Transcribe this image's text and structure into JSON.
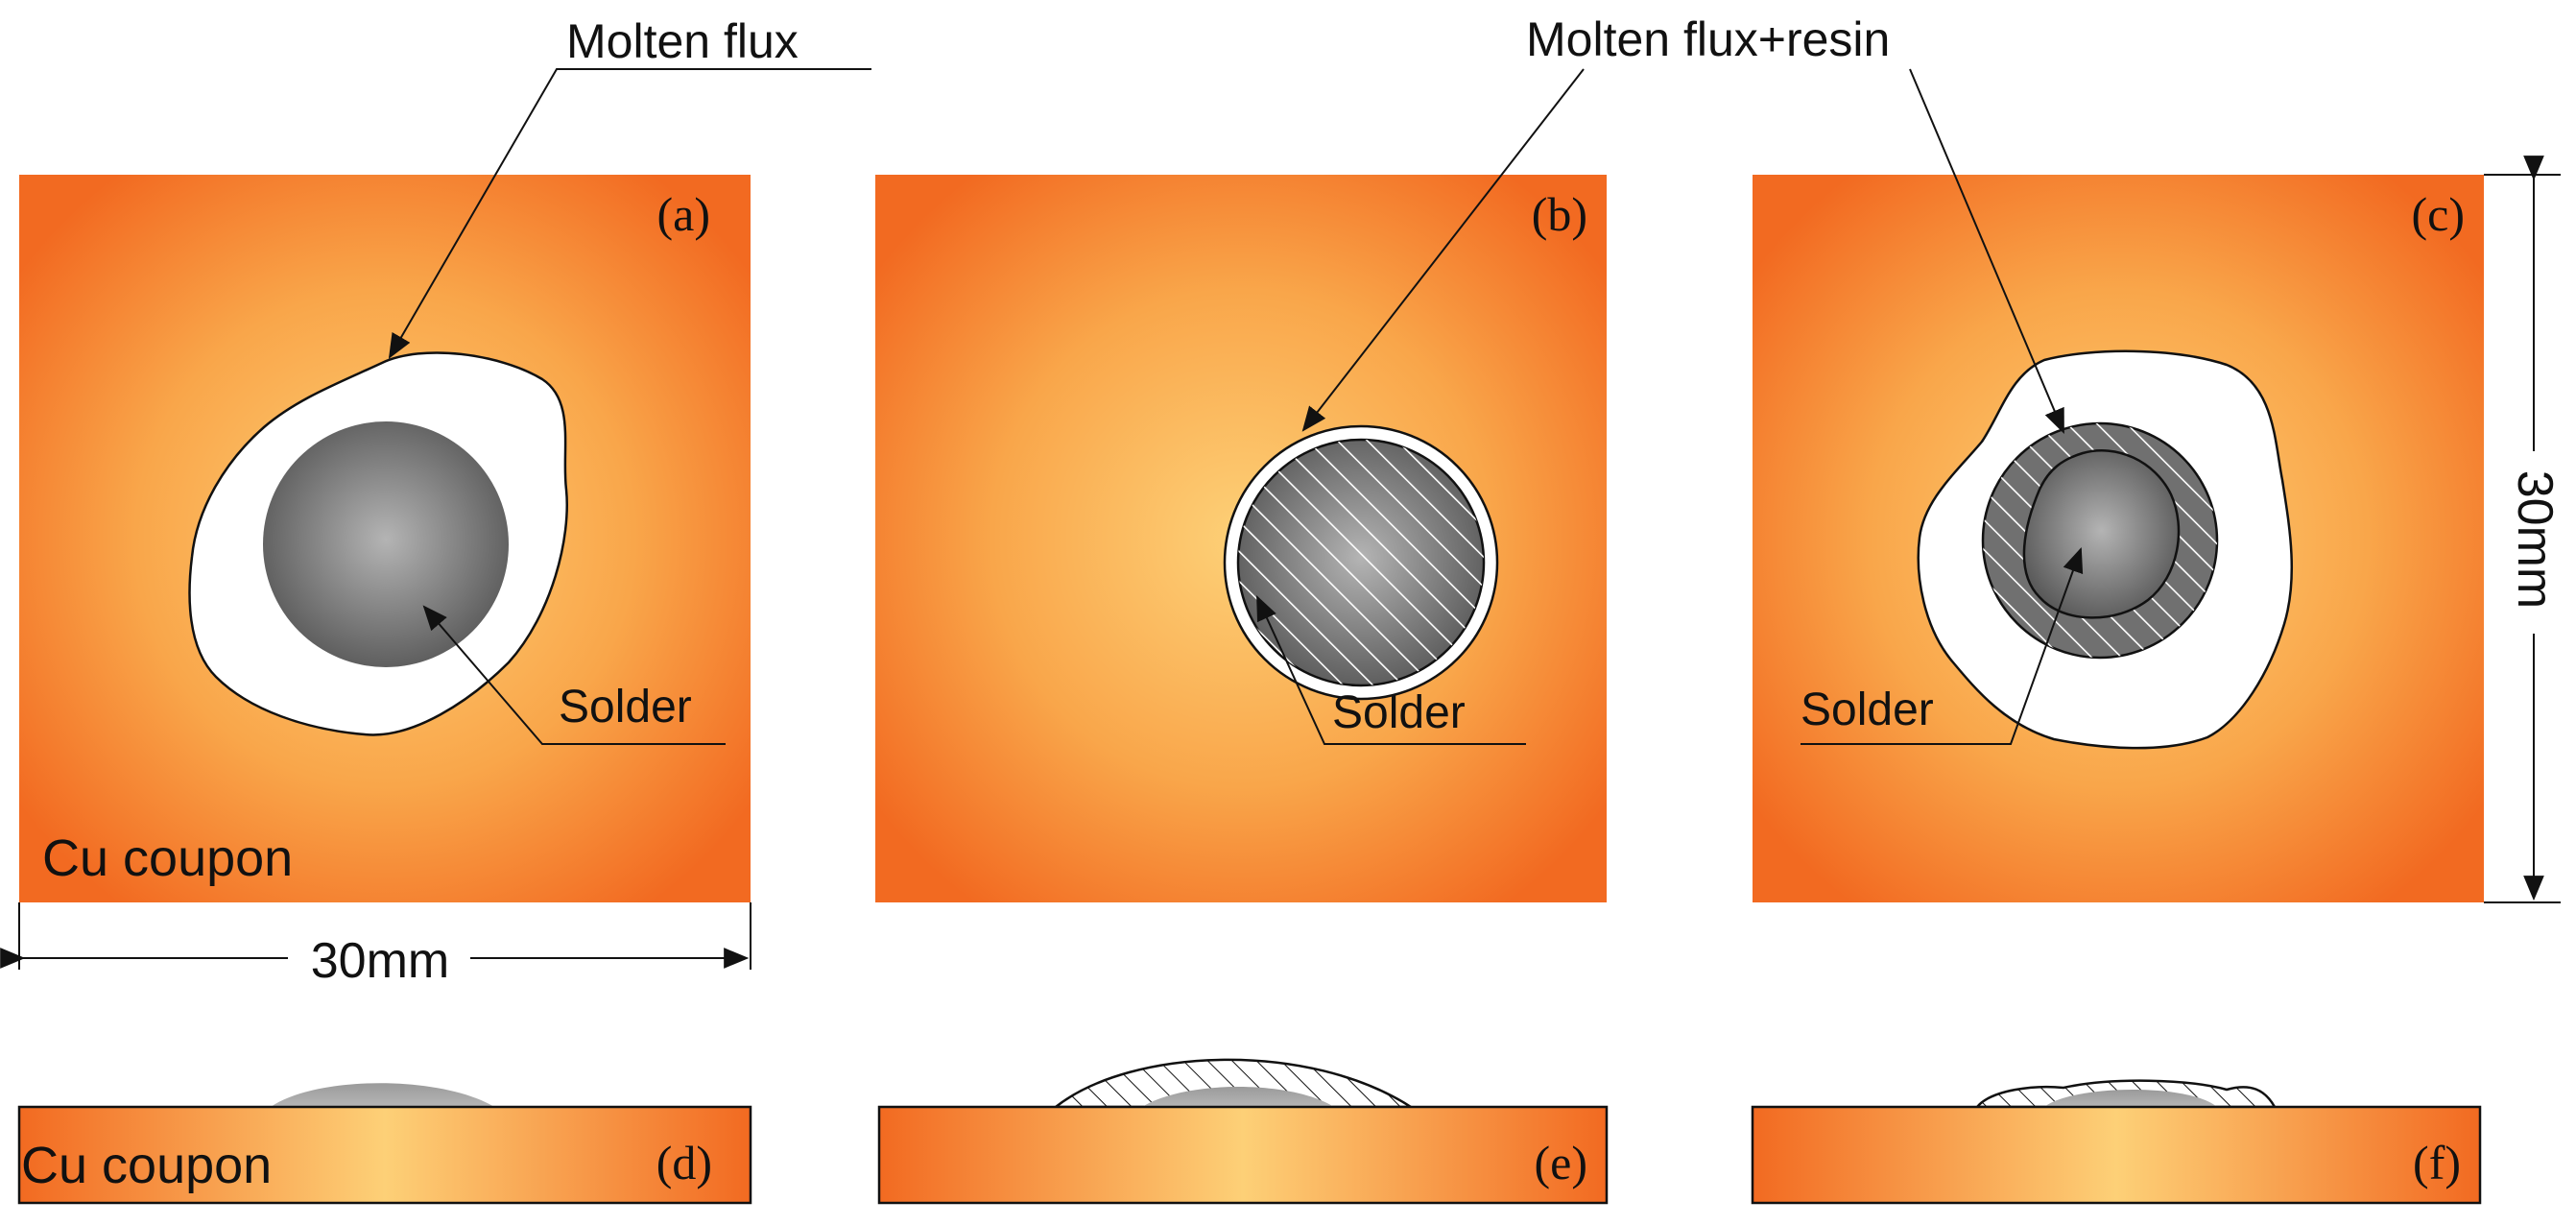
{
  "annotations": {
    "molten_flux": "Molten flux",
    "molten_flux_resin": "Molten flux+resin",
    "solder_a": "Solder",
    "solder_b": "Solder",
    "solder_c": "Solder",
    "cu_coupon_top": "Cu coupon",
    "cu_coupon_bottom": "Cu coupon",
    "width_dim": "30mm",
    "height_dim": "30mm"
  },
  "panel_labels": {
    "a": "(a)",
    "b": "(b)",
    "c": "(c)",
    "d": "(d)",
    "e": "(e)",
    "f": "(f)"
  },
  "colors": {
    "copper_edge": "#f26a21",
    "copper_center": "#fccb6a",
    "flux": "#ffffff",
    "solder_light": "#a8a8a8",
    "solder_dark": "#5e5e5e",
    "outline": "#111111"
  }
}
